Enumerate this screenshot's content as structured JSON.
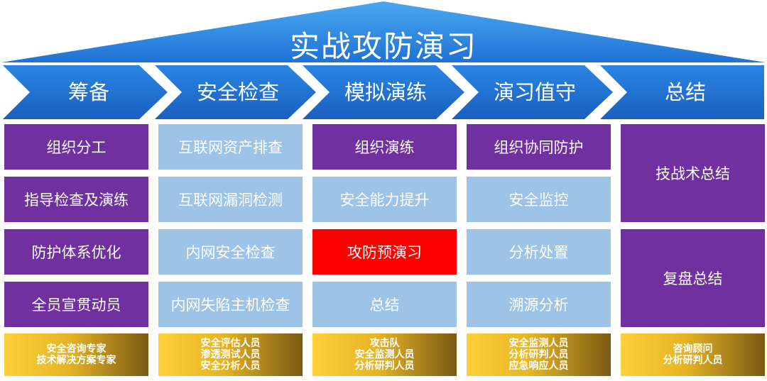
{
  "title": "实战攻防演习",
  "colors": {
    "roof": "#2e86de",
    "phase_arrow": "#1f6fd0",
    "task_purple": "#7030a0",
    "task_light": "#9dc3e6",
    "task_highlight": "#ff0000",
    "roles_gold": "#d9a826"
  },
  "phases": [
    {
      "label": "筹备",
      "tasks": [
        "组织分工",
        "指导检查及演练",
        "防护体系优化",
        "全员宣贯动员"
      ],
      "roles": [
        "安全咨询专家",
        "技术解决方案专家"
      ]
    },
    {
      "label": "安全检查",
      "tasks": [
        "互联网资产排查",
        "互联网漏洞检测",
        "内网安全检查",
        "内网失陷主机检查"
      ],
      "roles": [
        "安全评估人员",
        "渗透测试人员",
        "安全分析人员"
      ]
    },
    {
      "label": "模拟演练",
      "tasks": [
        "组织演练",
        "安全能力提升",
        "攻防预演习",
        "总结"
      ],
      "roles": [
        "攻击队",
        "安全监测人员",
        "分析研判人员"
      ]
    },
    {
      "label": "演习值守",
      "tasks": [
        "组织协同防护",
        "安全监控",
        "分析处置",
        "溯源分析"
      ],
      "roles": [
        "安全监测人员",
        "分析研判人员",
        "应急响应人员"
      ]
    },
    {
      "label": "总结",
      "tasks": [
        "技战术总结",
        "复盘总结"
      ],
      "roles": [
        "咨询顾问",
        "分析研判人员"
      ]
    }
  ]
}
